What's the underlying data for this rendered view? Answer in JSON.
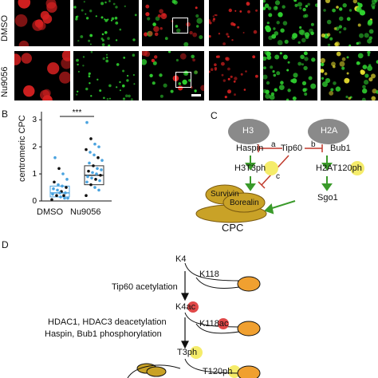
{
  "panelA": {
    "row_labels": [
      "DMSO",
      "Nu9056"
    ]
  },
  "panelB": {
    "letter": "B",
    "ylabel": "centromeric CPC",
    "yticks": [
      "0",
      "1",
      "2",
      "3"
    ],
    "categories": [
      "DMSO",
      "Nu9056"
    ],
    "significance": "***"
  },
  "panelC": {
    "letter": "C",
    "h3": "H3",
    "h2a": "H2A",
    "haspin": "Haspin",
    "tip60": "Tip60",
    "bub1": "Bub1",
    "h3t3": "H3T3",
    "h3t3_ph": "ph",
    "h2at120": "H2AT120",
    "h2at120_ph": "ph",
    "label_a": "a",
    "label_b": "b",
    "label_c": "c",
    "survivin": "Survivin",
    "borealin": "Borealin",
    "sgo1": "Sgo1",
    "cpc": "CPC"
  },
  "panelD": {
    "letter": "D",
    "k4": "K4",
    "k118": "K118",
    "step1": "Tip60 acetylation",
    "k4ac_k": "K4",
    "k4ac_ac": "ac",
    "k118ac_k": "K118",
    "k118ac_ac": "ac",
    "step2a": "HDAC1, HDAC3 deacetylation",
    "step2b": "Haspin, Bub1 phosphorylation",
    "t3_t": "T3",
    "t3_ph": "ph",
    "t120_t": "T120",
    "t120_ph": "ph"
  },
  "colors": {
    "micro_red": "#d42020",
    "micro_green": "#2fd02f",
    "gray_node": "#8a8a8a",
    "gold": "#c9a227",
    "arrow_green": "#3a9a2a",
    "inhibit_red": "#c0392b",
    "ph_yellow": "#f5ec6a",
    "ac_red": "#e04848",
    "nucleosome": "#f0a030",
    "dot_blue": "#4aa3df"
  },
  "chart_data": {
    "type": "scatter",
    "title": "",
    "xlabel": "",
    "ylabel": "centromeric CPC",
    "categories": [
      "DMSO",
      "Nu9056"
    ],
    "ylim": [
      0,
      3.3
    ],
    "series": [
      {
        "values": [
          0.05,
          0.1,
          0.15,
          0.2,
          0.25,
          0.3,
          0.35,
          0.4,
          0.45,
          0.5,
          0.55,
          0.6,
          0.7,
          0.8,
          1.0,
          1.2,
          1.6,
          0.1,
          0.2,
          0.3
        ]
      },
      {
        "values": [
          0.2,
          0.4,
          0.5,
          0.6,
          0.7,
          0.75,
          0.8,
          0.85,
          0.9,
          0.95,
          1.0,
          1.05,
          1.1,
          1.15,
          1.2,
          1.3,
          1.4,
          1.5,
          1.6,
          1.7,
          1.8,
          1.9,
          2.0,
          2.1,
          2.3,
          2.9
        ]
      }
    ],
    "box": [
      {
        "q1": 0.15,
        "median": 0.3,
        "q3": 0.55
      },
      {
        "q1": 0.6,
        "median": 0.95,
        "q3": 1.3
      }
    ],
    "grid": false,
    "legend": "none"
  }
}
